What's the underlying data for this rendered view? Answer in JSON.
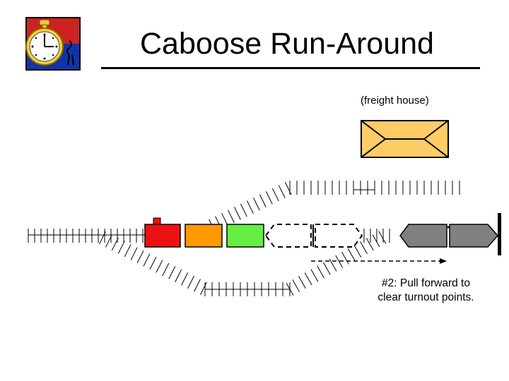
{
  "slide": {
    "title": "Caboose Run-Around",
    "freight_house_label": "(freight house)",
    "step_note_line1": "#2:  Pull forward to",
    "step_note_line2": "clear turnout points."
  },
  "icons": {
    "logo": "stopwatch-icon"
  },
  "colors": {
    "caboose": "#ee1111",
    "boxcar_orange": "#ff9900",
    "boxcar_green": "#66ee44",
    "locomotive": "#808080",
    "freight_house": "#ffcc66",
    "logo_red": "#cc2222",
    "logo_blue": "#1133aa"
  }
}
